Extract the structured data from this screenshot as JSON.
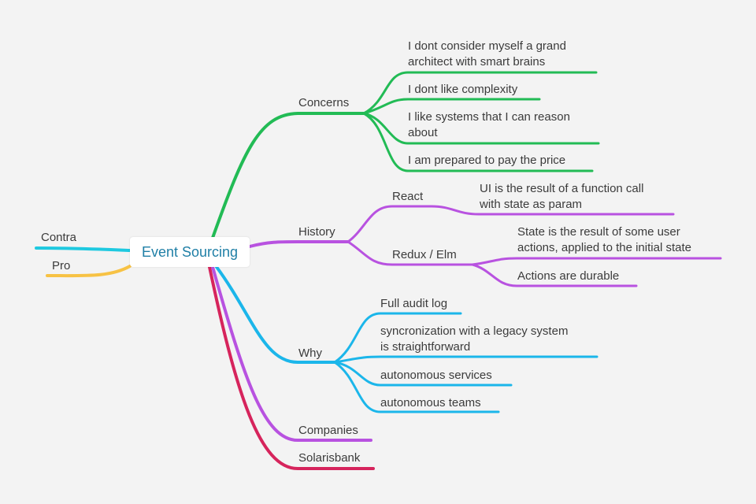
{
  "root": {
    "label": "Event Sourcing"
  },
  "left": {
    "contra": "Contra",
    "pro": "Pro"
  },
  "branches": {
    "concerns": {
      "label": "Concerns",
      "items": [
        {
          "line1": "I dont consider myself a grand",
          "line2": "architect with smart brains"
        },
        {
          "line1": "I dont like complexity"
        },
        {
          "line1": "I like systems that I can reason",
          "line2": "about"
        },
        {
          "line1": "I am prepared to pay the price"
        }
      ]
    },
    "history": {
      "label": "History",
      "react": {
        "label": "React",
        "item": {
          "line1": "UI is the result of a function call",
          "line2": "with state as param"
        }
      },
      "redux": {
        "label": "Redux / Elm",
        "items": [
          {
            "line1": "State is the result of some user",
            "line2": "actions, applied to the initial state"
          },
          {
            "line1": "Actions are durable"
          }
        ]
      }
    },
    "why": {
      "label": "Why",
      "items": [
        {
          "line1": "Full audit log"
        },
        {
          "line1": "syncronization with a legacy system",
          "line2": "is straightforward"
        },
        {
          "line1": "autonomous services"
        },
        {
          "line1": "autonomous teams"
        }
      ]
    },
    "companies": {
      "label": "Companies"
    },
    "solarisbank": {
      "label": "Solarisbank"
    }
  },
  "colors": {
    "green": "#22bb55",
    "purple": "#b852e0",
    "blue": "#1bb6ea",
    "crimson": "#d6245c",
    "cyan": "#1ec9e0",
    "yellow": "#f7c244",
    "root_text": "#1f7fa6",
    "text": "#3b3b3b",
    "background": "#f3f3f3"
  }
}
